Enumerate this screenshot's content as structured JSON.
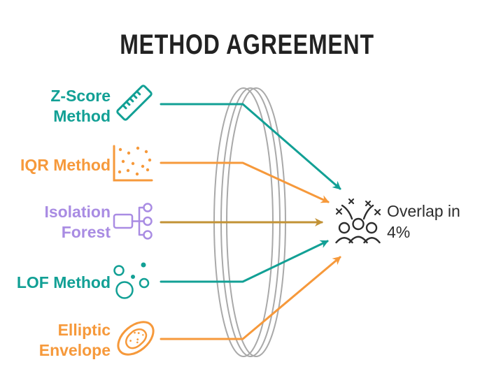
{
  "title": "METHOD AGREEMENT",
  "colors": {
    "teal": "#12A095",
    "orange": "#F6993B",
    "purple": "#A98CE3",
    "gold": "#C29236",
    "lens_gray": "#A9A9A9",
    "dark": "#2D2D2D",
    "title_color": "#222222"
  },
  "methods": [
    {
      "id": "z-score",
      "lines": [
        "Z-Score",
        "Method"
      ],
      "color": "#12A095",
      "icon": "ruler-icon"
    },
    {
      "id": "iqr",
      "lines": [
        "IQR Method"
      ],
      "color": "#F6993B",
      "icon": "scatter-plot-icon"
    },
    {
      "id": "isolation-forest",
      "lines": [
        "Isolation",
        "Forest"
      ],
      "color": "#A98CE3",
      "icon": "tree-diagram-icon"
    },
    {
      "id": "lof",
      "lines": [
        "LOF Method"
      ],
      "color": "#12A095",
      "icon": "bubbles-icon"
    },
    {
      "id": "elliptic-envelope",
      "lines": [
        "Elliptic",
        "Envelope"
      ],
      "color": "#F6993B",
      "icon": "elliptic-envelope-icon"
    }
  ],
  "overlap": {
    "lines": [
      "Overlap in",
      "4%"
    ],
    "icon": "celebration-crowd-icon"
  }
}
